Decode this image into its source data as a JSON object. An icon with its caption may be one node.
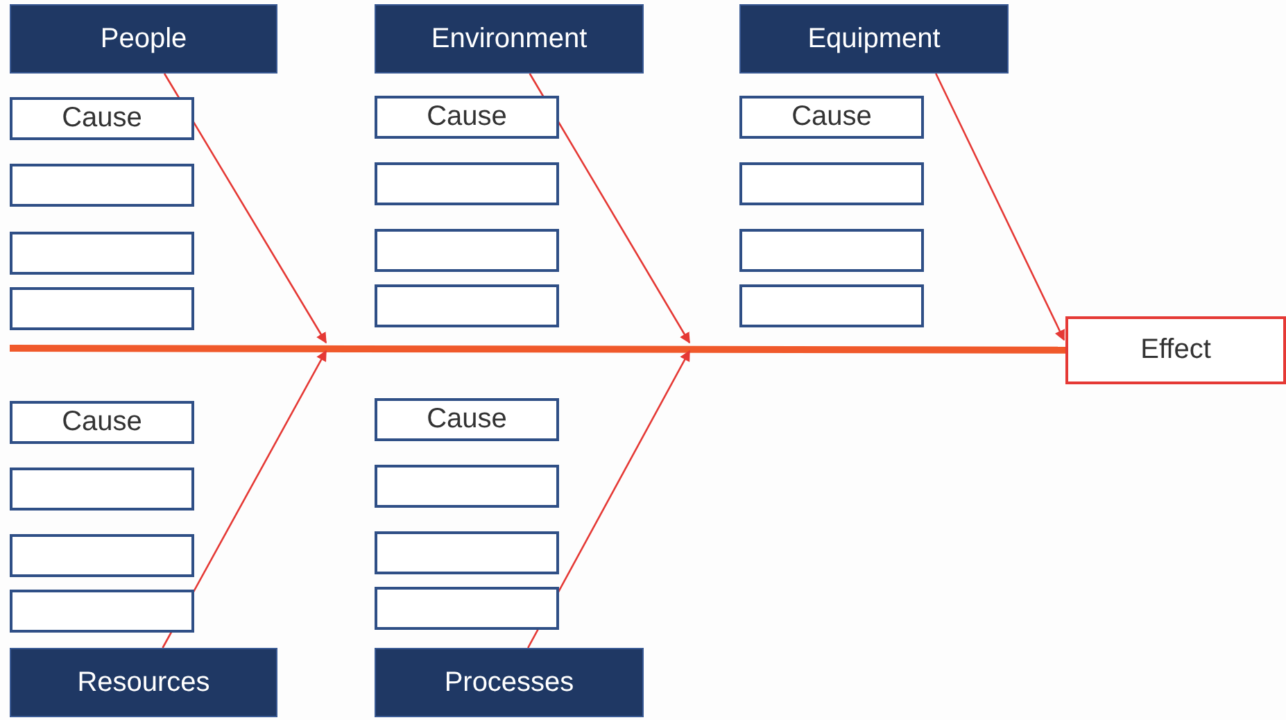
{
  "diagram": {
    "nodes": [
      {
        "text": [
          "People"
        ]
      },
      {
        "text": [
          "Environment"
        ]
      },
      {
        "text": [
          "Equipment"
        ]
      },
      {
        "text": [
          "Cause"
        ]
      },
      {
        "text": [
          "Cause"
        ]
      },
      {
        "text": [
          "Cause"
        ]
      },
      {
        "text": [],
        "shape": "box"
      },
      {
        "text": [],
        "shape": "box"
      },
      {
        "text": [],
        "shape": "box"
      },
      {
        "text": [],
        "shape": "box"
      },
      {
        "text": [],
        "shape": "box"
      },
      {
        "text": [],
        "shape": "box"
      },
      {
        "text": [],
        "shape": "box"
      },
      {
        "text": [],
        "shape": "box"
      },
      {
        "text": [],
        "shape": "box"
      },
      {
        "text": [
          "Effect"
        ]
      },
      {
        "text": [
          "Cause"
        ]
      },
      {
        "text": [
          "Cause"
        ]
      },
      {
        "text": [],
        "shape": "box"
      },
      {
        "text": [],
        "shape": "box"
      },
      {
        "text": [],
        "shape": "box"
      },
      {
        "text": [],
        "shape": "box"
      },
      {
        "text": [],
        "shape": "box"
      },
      {
        "text": [],
        "shape": "box"
      },
      {
        "text": [
          "Resources"
        ]
      },
      {
        "text": [
          "Processes"
        ]
      }
    ],
    "edges": [
      {
        "from": null,
        "to": 15,
        "arrow": "none",
        "style": "thick"
      },
      {
        "from": 0,
        "to": null,
        "arrow": "to"
      },
      {
        "from": 1,
        "to": null,
        "arrow": "to"
      },
      {
        "from": 2,
        "to": 15,
        "arrow": "to"
      },
      {
        "from": 24,
        "to": null,
        "arrow": "to"
      },
      {
        "from": 25,
        "to": null,
        "arrow": "to"
      }
    ]
  }
}
